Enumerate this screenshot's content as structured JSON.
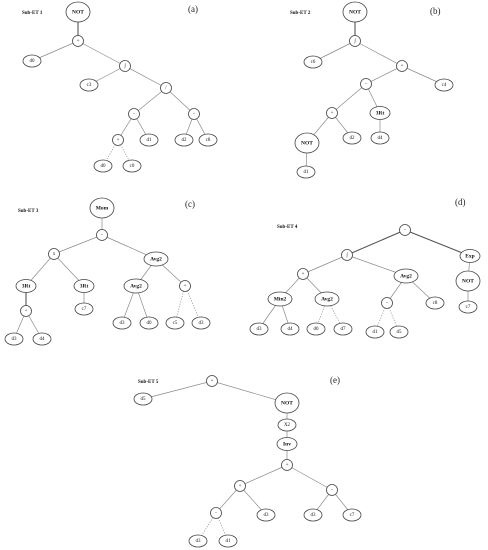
{
  "panels": [
    {
      "id": "a",
      "title": "Sub-ET 1",
      "letter": "(a)",
      "nodes": [
        {
          "id": "n1",
          "label": "NOT"
        },
        {
          "id": "n2",
          "label": "+"
        },
        {
          "id": "n3",
          "label": "d0"
        },
        {
          "id": "n4",
          "label": "∫"
        },
        {
          "id": "n5",
          "label": "c3"
        },
        {
          "id": "n6",
          "label": "/"
        },
        {
          "id": "n7",
          "label": "-"
        },
        {
          "id": "n8",
          "label": "-"
        },
        {
          "id": "n9",
          "label": "+"
        },
        {
          "id": "n10",
          "label": "d1"
        },
        {
          "id": "n11",
          "label": "d2"
        },
        {
          "id": "n12",
          "label": "c8"
        },
        {
          "id": "n13",
          "label": "d0"
        },
        {
          "id": "n14",
          "label": "c0"
        }
      ]
    },
    {
      "id": "b",
      "title": "Sub-ET 2",
      "letter": "(b)",
      "nodes": [
        {
          "id": "n1",
          "label": "NOT"
        },
        {
          "id": "n2",
          "label": "∫"
        },
        {
          "id": "n3",
          "label": "c6"
        },
        {
          "id": "n4",
          "label": "+"
        },
        {
          "id": "n5",
          "label": "-"
        },
        {
          "id": "n6",
          "label": "c4"
        },
        {
          "id": "n7",
          "label": "+"
        },
        {
          "id": "n8",
          "label": "3Rt"
        },
        {
          "id": "n9",
          "label": "NOT"
        },
        {
          "id": "n10",
          "label": "d2"
        },
        {
          "id": "n11",
          "label": "d4"
        },
        {
          "id": "n12",
          "label": "d1"
        }
      ]
    },
    {
      "id": "c",
      "title": "Sub-ET 3",
      "letter": "(c)",
      "nodes": [
        {
          "id": "n1",
          "label": "Mom"
        },
        {
          "id": "n2",
          "label": "-"
        },
        {
          "id": "n3",
          "label": "x"
        },
        {
          "id": "n4",
          "label": "Avg2"
        },
        {
          "id": "n5",
          "label": "3Rt"
        },
        {
          "id": "n6",
          "label": "3Rt"
        },
        {
          "id": "n7",
          "label": "Avg2"
        },
        {
          "id": "n8",
          "label": "+"
        },
        {
          "id": "n9",
          "label": "+"
        },
        {
          "id": "n10",
          "label": "c7"
        },
        {
          "id": "n11",
          "label": "d3"
        },
        {
          "id": "n12",
          "label": "d0"
        },
        {
          "id": "n13",
          "label": "c5"
        },
        {
          "id": "n14",
          "label": "d3"
        },
        {
          "id": "n15",
          "label": "d3"
        },
        {
          "id": "n16",
          "label": "d4"
        }
      ]
    },
    {
      "id": "d",
      "title": "Sub-ET 4",
      "letter": "(d)",
      "nodes": [
        {
          "id": "n1",
          "label": "-"
        },
        {
          "id": "n2",
          "label": "∫"
        },
        {
          "id": "n3",
          "label": "Exp"
        },
        {
          "id": "n4",
          "label": "+"
        },
        {
          "id": "n5",
          "label": "Avg2"
        },
        {
          "id": "n6",
          "label": "NOT"
        },
        {
          "id": "n7",
          "label": "Min2"
        },
        {
          "id": "n8",
          "label": "Avg2"
        },
        {
          "id": "n9",
          "label": "-"
        },
        {
          "id": "n10",
          "label": "c8"
        },
        {
          "id": "n11",
          "label": "c7"
        },
        {
          "id": "n12",
          "label": "d3"
        },
        {
          "id": "n13",
          "label": "d4"
        },
        {
          "id": "n14",
          "label": "d0"
        },
        {
          "id": "n15",
          "label": "d7"
        },
        {
          "id": "n16",
          "label": "d1"
        },
        {
          "id": "n17",
          "label": "d5"
        }
      ]
    },
    {
      "id": "e",
      "title": "Sub-ET 5",
      "letter": "(e)",
      "nodes": [
        {
          "id": "n1",
          "label": "+"
        },
        {
          "id": "n2",
          "label": "d5"
        },
        {
          "id": "n3",
          "label": "NOT"
        },
        {
          "id": "n4",
          "label": "X2"
        },
        {
          "id": "n5",
          "label": "Inv"
        },
        {
          "id": "n6",
          "label": "+"
        },
        {
          "id": "n7",
          "label": "+"
        },
        {
          "id": "n8",
          "label": "-"
        },
        {
          "id": "n9",
          "label": "-"
        },
        {
          "id": "n10",
          "label": "d3"
        },
        {
          "id": "n11",
          "label": "d3"
        },
        {
          "id": "n12",
          "label": "c7"
        },
        {
          "id": "n13",
          "label": "d3"
        },
        {
          "id": "n14",
          "label": "d1"
        }
      ]
    }
  ]
}
